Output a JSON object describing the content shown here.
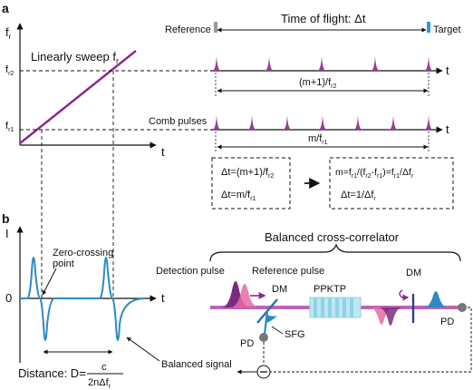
{
  "panel_a": {
    "label": "a",
    "f_axis_y": "f",
    "f_axis_y_sub": "r",
    "t_axis": "t",
    "sweep_label": "Linearly sweep f",
    "sweep_label_sub": "r",
    "fr2": "f",
    "fr2_sub": "r2",
    "fr1": "f",
    "fr1_sub": "r1",
    "reference": "Reference",
    "time_of_flight": "Time of flight: Δt",
    "target": "Target",
    "t_top": "t",
    "period_top": "(m+1)/f",
    "period_top_sub": "r2",
    "comb_pulses": "Comb pulses",
    "t_bottom": "t",
    "period_bottom": "m/f",
    "period_bottom_sub": "r1",
    "box_left": {
      "line1": "Δt=(m+1)/f",
      "line1_sub": "r2",
      "line2": "Δt=m/f",
      "line2_sub": "r1"
    },
    "box_right": {
      "line1": "m=f",
      "line1_sub1": "r1",
      "line1_mid": "/(f",
      "line1_sub2": "r2",
      "line1_mid2": "-f",
      "line1_sub3": "r1",
      "line1_mid3": ")=f",
      "line1_sub4": "r1",
      "line1_end": "/Δf",
      "line1_sub5": "r",
      "line2": "Δt=1/Δf",
      "line2_sub": "r"
    },
    "colors": {
      "sweep": "#8b2a8e",
      "pulse": "#9b3a9b",
      "reference": "#999999",
      "target": "#2d9cd6"
    }
  },
  "panel_b": {
    "label": "b",
    "i_axis": "I",
    "zero": "0",
    "t_axis": "t",
    "zero_crossing": "Zero-crossing",
    "zero_crossing2": "point",
    "distance": "Distance: D=",
    "frac_num": "c",
    "frac_den": "2nΔf",
    "frac_den_sub": "r",
    "balanced_signal": "Balanced signal",
    "bcc_title": "Balanced cross-correlator",
    "detection_pulse": "Detection pulse",
    "reference_pulse": "Reference pulse",
    "dm_left": "DM",
    "dm_right": "DM",
    "ppktp": "PPKTP",
    "pd_left": "PD",
    "pd_right": "PD",
    "sfg": "SFG",
    "colors": {
      "signal": "#2b8bc6",
      "beam": "#b04ab0",
      "pink": "#e86aa8",
      "crystal": "#8fd3e8"
    }
  }
}
